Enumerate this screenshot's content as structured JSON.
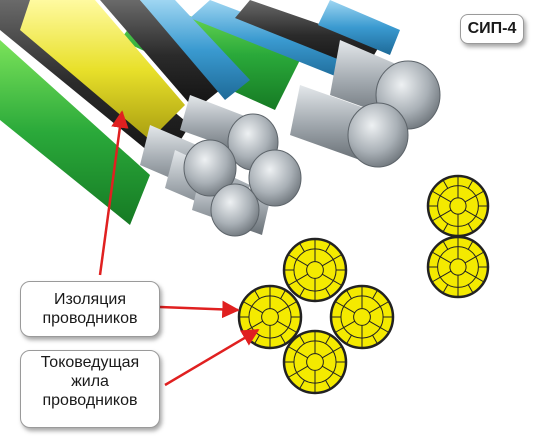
{
  "badge": {
    "text": "СИП-4"
  },
  "callouts": {
    "insulation": {
      "line1": "Изоляция",
      "line2": "проводников"
    },
    "conductor": {
      "line1": "Токоведущая",
      "line2": "жила",
      "line3": "проводников"
    }
  },
  "colors": {
    "green_insulation": "#2aa93a",
    "yellow_insulation": "#e8e02a",
    "black_insulation": "#2b2b2b",
    "blue_insulation": "#3a9ad0",
    "aluminum": "#a9b0b6",
    "cross_section_fill": "#f4ea00",
    "arrow": "#e02020"
  },
  "icons": [
    "sip4-cable-illustration",
    "cross-section-4-core",
    "cross-section-2-core"
  ]
}
